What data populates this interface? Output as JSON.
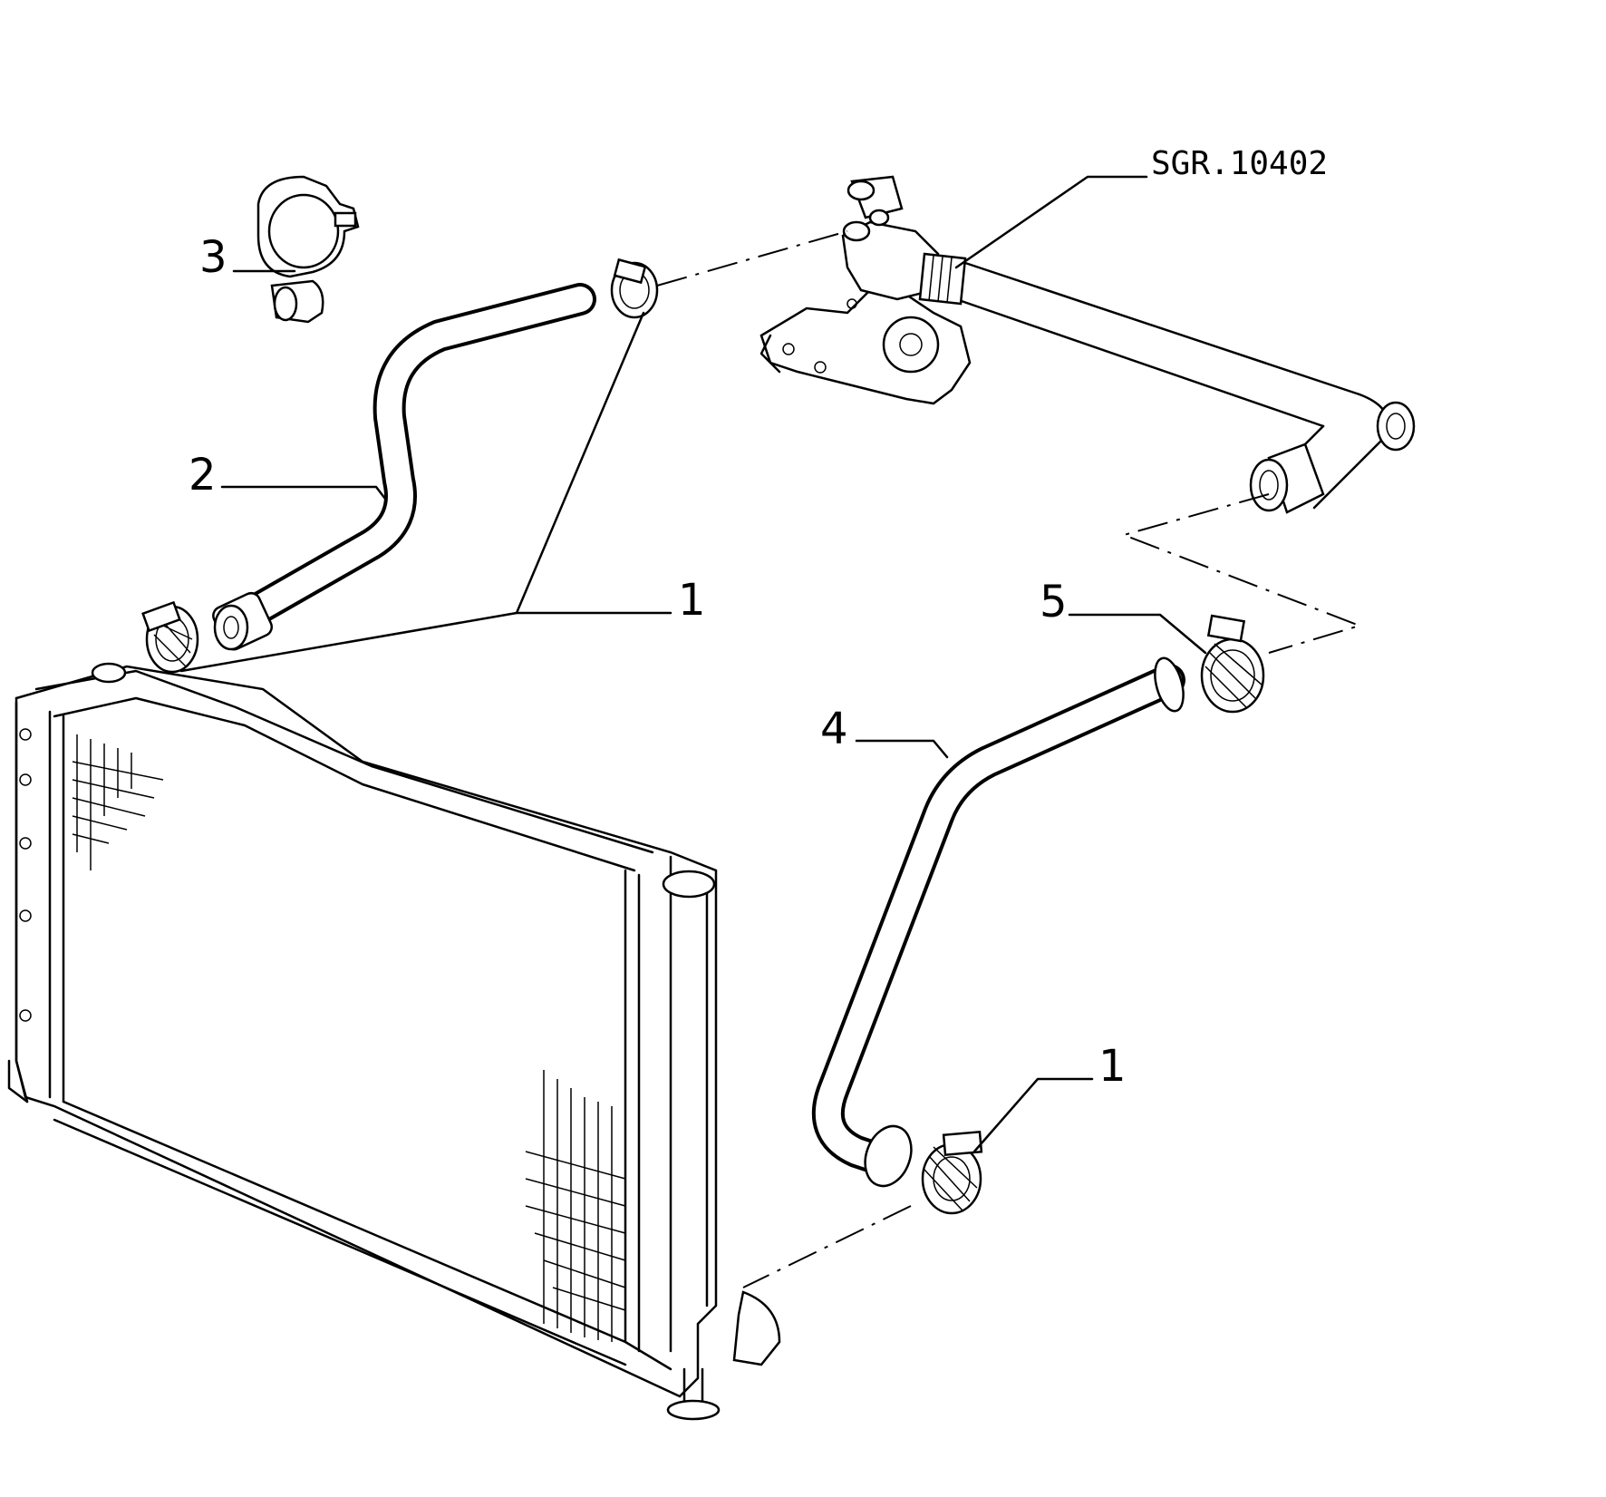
{
  "reference_code": "SGR.10402",
  "callouts": {
    "clamp_top": "3",
    "hose_upper": "2",
    "clamp_upper": "1",
    "clamp_right": "5",
    "hose_lower": "4",
    "clamp_lower": "1"
  }
}
